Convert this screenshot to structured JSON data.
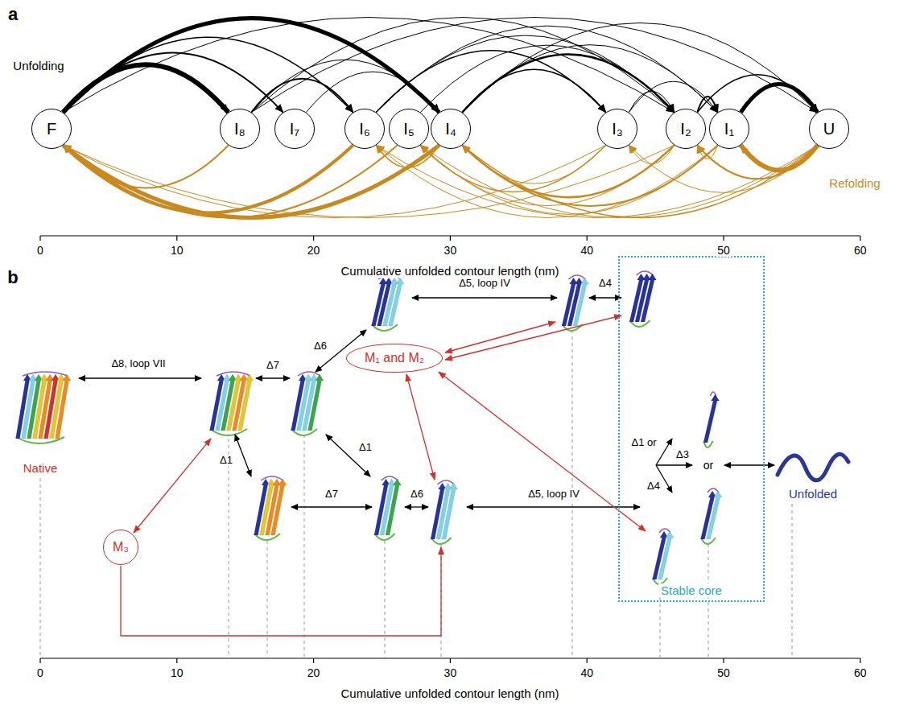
{
  "diagram": {
    "nodes": [
      {
        "text": [
          "F"
        ]
      },
      {
        "text": [
          "I₈"
        ]
      },
      {
        "text": [
          "I₇"
        ]
      },
      {
        "text": [
          "I₆"
        ]
      },
      {
        "text": [
          "I₅"
        ]
      },
      {
        "text": [
          "I₄"
        ]
      },
      {
        "text": [
          "I₃"
        ]
      },
      {
        "text": [
          "I₂"
        ]
      },
      {
        "text": [
          "I₁"
        ]
      },
      {
        "text": [
          "U"
        ]
      },
      {
        "text": [
          "M₁ and M₂"
        ]
      },
      {
        "text": [
          "M₃"
        ]
      },
      {
        "text": [
          "Stable core"
        ]
      }
    ],
    "edges": [
      {
        "from": 0,
        "to": 1,
        "arrow": "to"
      },
      {
        "from": 0,
        "to": 2,
        "arrow": "to"
      },
      {
        "from": 0,
        "to": 3,
        "arrow": "to"
      },
      {
        "from": 0,
        "to": 5,
        "arrow": "to"
      },
      {
        "from": 0,
        "to": 7,
        "arrow": "to"
      },
      {
        "from": 1,
        "to": 3,
        "arrow": "to"
      },
      {
        "from": 1,
        "to": 5,
        "arrow": "to"
      },
      {
        "from": 1,
        "to": 7,
        "arrow": "to"
      },
      {
        "from": 1,
        "to": 9,
        "arrow": "to"
      },
      {
        "from": 2,
        "to": 5,
        "arrow": "to"
      },
      {
        "from": 3,
        "to": 6,
        "arrow": "to"
      },
      {
        "from": 3,
        "to": 7,
        "arrow": "to"
      },
      {
        "from": 3,
        "to": 8,
        "arrow": "to"
      },
      {
        "from": 4,
        "to": 7,
        "arrow": "to"
      },
      {
        "from": 5,
        "to": 6,
        "arrow": "to"
      },
      {
        "from": 5,
        "to": 7,
        "arrow": "to"
      },
      {
        "from": 5,
        "to": 8,
        "arrow": "to"
      },
      {
        "from": 5,
        "to": 9,
        "arrow": "to"
      },
      {
        "from": 6,
        "to": 7,
        "arrow": "to"
      },
      {
        "from": 6,
        "to": 8,
        "arrow": "to"
      },
      {
        "from": 7,
        "to": 8,
        "arrow": "to"
      },
      {
        "from": 7,
        "to": 9,
        "arrow": "to"
      },
      {
        "from": 8,
        "to": 9,
        "arrow": "to"
      },
      {
        "from": 9,
        "to": 8,
        "arrow": "to"
      },
      {
        "from": 9,
        "to": 7,
        "arrow": "to"
      },
      {
        "from": 9,
        "to": 6,
        "arrow": "to"
      },
      {
        "from": 9,
        "to": 5,
        "arrow": "to"
      },
      {
        "from": 9,
        "to": 4,
        "arrow": "to"
      },
      {
        "from": 9,
        "to": 3,
        "arrow": "to"
      },
      {
        "from": 8,
        "to": 7,
        "arrow": "to"
      },
      {
        "from": 8,
        "to": 5,
        "arrow": "to"
      },
      {
        "from": 8,
        "to": 4,
        "arrow": "to"
      },
      {
        "from": 8,
        "to": 3,
        "arrow": "to"
      },
      {
        "from": 7,
        "to": 6,
        "arrow": "to"
      },
      {
        "from": 7,
        "to": 5,
        "arrow": "to"
      },
      {
        "from": 7,
        "to": 4,
        "arrow": "to"
      },
      {
        "from": 7,
        "to": 0,
        "arrow": "to"
      },
      {
        "from": 6,
        "to": 5,
        "arrow": "to"
      },
      {
        "from": 6,
        "to": 4,
        "arrow": "to"
      },
      {
        "from": 6,
        "to": 0,
        "arrow": "to"
      },
      {
        "from": 5,
        "to": 3,
        "arrow": "to"
      },
      {
        "from": 5,
        "to": 0,
        "arrow": "to"
      },
      {
        "from": 4,
        "to": 0,
        "arrow": "to"
      },
      {
        "from": 3,
        "to": 0,
        "arrow": "to"
      },
      {
        "from": 1,
        "to": 0,
        "arrow": "to"
      }
    ],
    "labels": [
      "a",
      "Unfolding",
      "Refolding",
      "0",
      "10",
      "20",
      "30",
      "40",
      "50",
      "60",
      "Cumulative unfolded contour length (nm)",
      "b",
      "Δ8, loop VII",
      "Δ7",
      "Δ6",
      "Δ5, loop IV",
      "Δ4",
      "Δ1",
      "Δ1",
      "Δ7",
      "Δ6",
      "Δ5, loop IV",
      "Native",
      "Δ1 or",
      "Δ3",
      "Δ4",
      "or",
      "Unfolded",
      "0",
      "10",
      "20",
      "30",
      "40",
      "50",
      "60",
      "Cumulative unfolded contour length (nm)"
    ]
  }
}
